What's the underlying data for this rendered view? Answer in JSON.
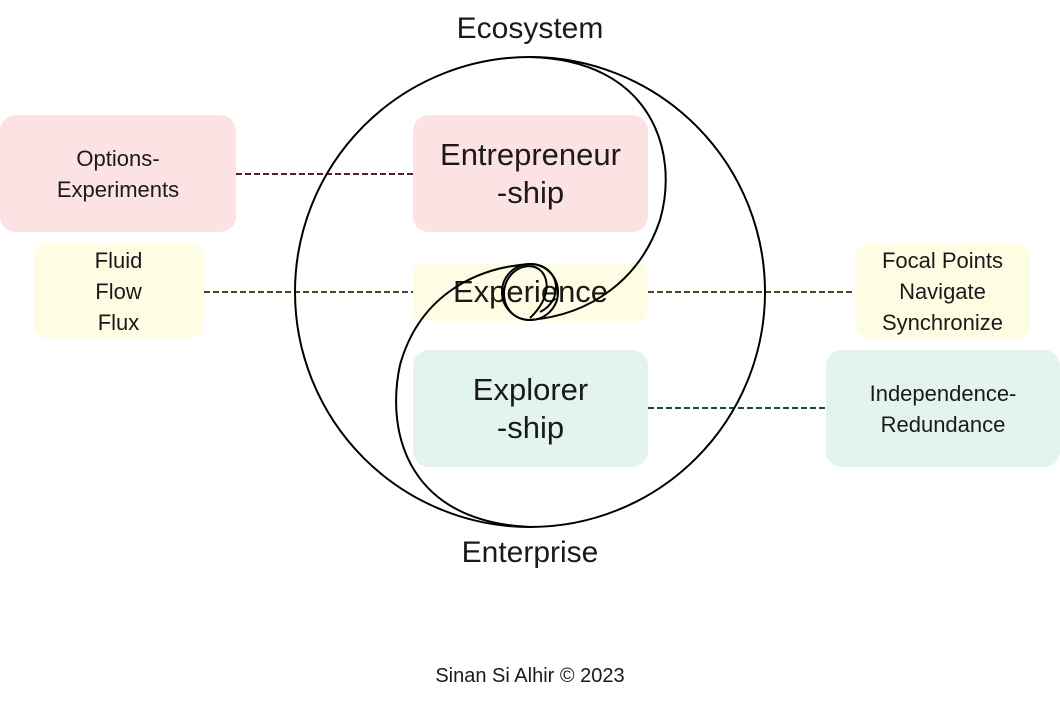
{
  "colors": {
    "pink": "#fde2e4",
    "yellow": "#fefde3",
    "green": "#e3f4ec",
    "line": "#000000",
    "pink_dash": "#5a1f24",
    "yellow_dash": "#4a4a1e",
    "green_dash": "#1e4a36"
  },
  "labels": {
    "top": "Ecosystem",
    "bottom": "Enterprise",
    "credit": "Sinan Si Alhir © 2023"
  },
  "center": {
    "entrepreneurship": "Entrepreneur\n-ship",
    "experience": "Experience",
    "explorership": "Explorer\n-ship"
  },
  "left": {
    "options": "Options-\nExperiments",
    "fluid": "Fluid\nFlow\nFlux"
  },
  "right": {
    "focal": "Focal Points\nNavigate\nSynchronize",
    "independence": "Independence-\nRedundance"
  }
}
